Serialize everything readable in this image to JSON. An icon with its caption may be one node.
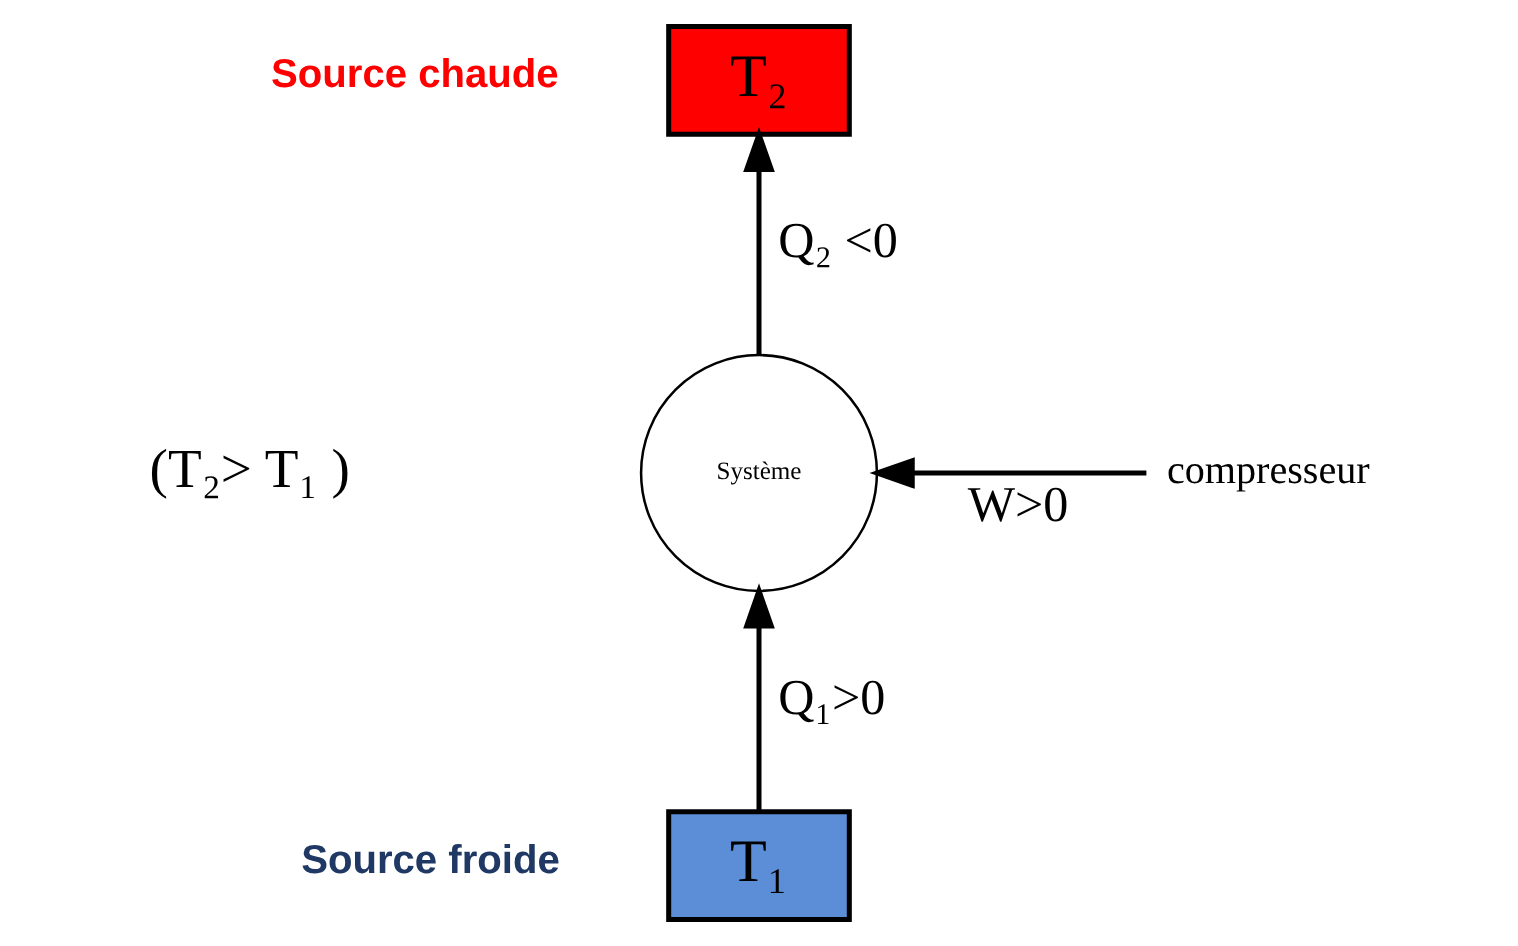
{
  "diagram": {
    "nodes": [
      {
        "text": [
          "T₂"
        ],
        "beside": [
          "Source chaude"
        ]
      },
      {
        "text": [
          "Système"
        ]
      },
      {
        "text": [
          "compresseur"
        ]
      },
      {
        "text": [
          "T₁"
        ],
        "beside": [
          "Source froide"
        ]
      }
    ],
    "edges": [
      {
        "from": 1,
        "to": 0,
        "arrow": "to",
        "label": "Q₂ <0"
      },
      {
        "from": 2,
        "to": 1,
        "arrow": "to",
        "label": "W>0"
      },
      {
        "from": 3,
        "to": 1,
        "arrow": "to",
        "label": "Q₁>0"
      }
    ],
    "labels": [
      "(T₂> T₁ )"
    ]
  }
}
